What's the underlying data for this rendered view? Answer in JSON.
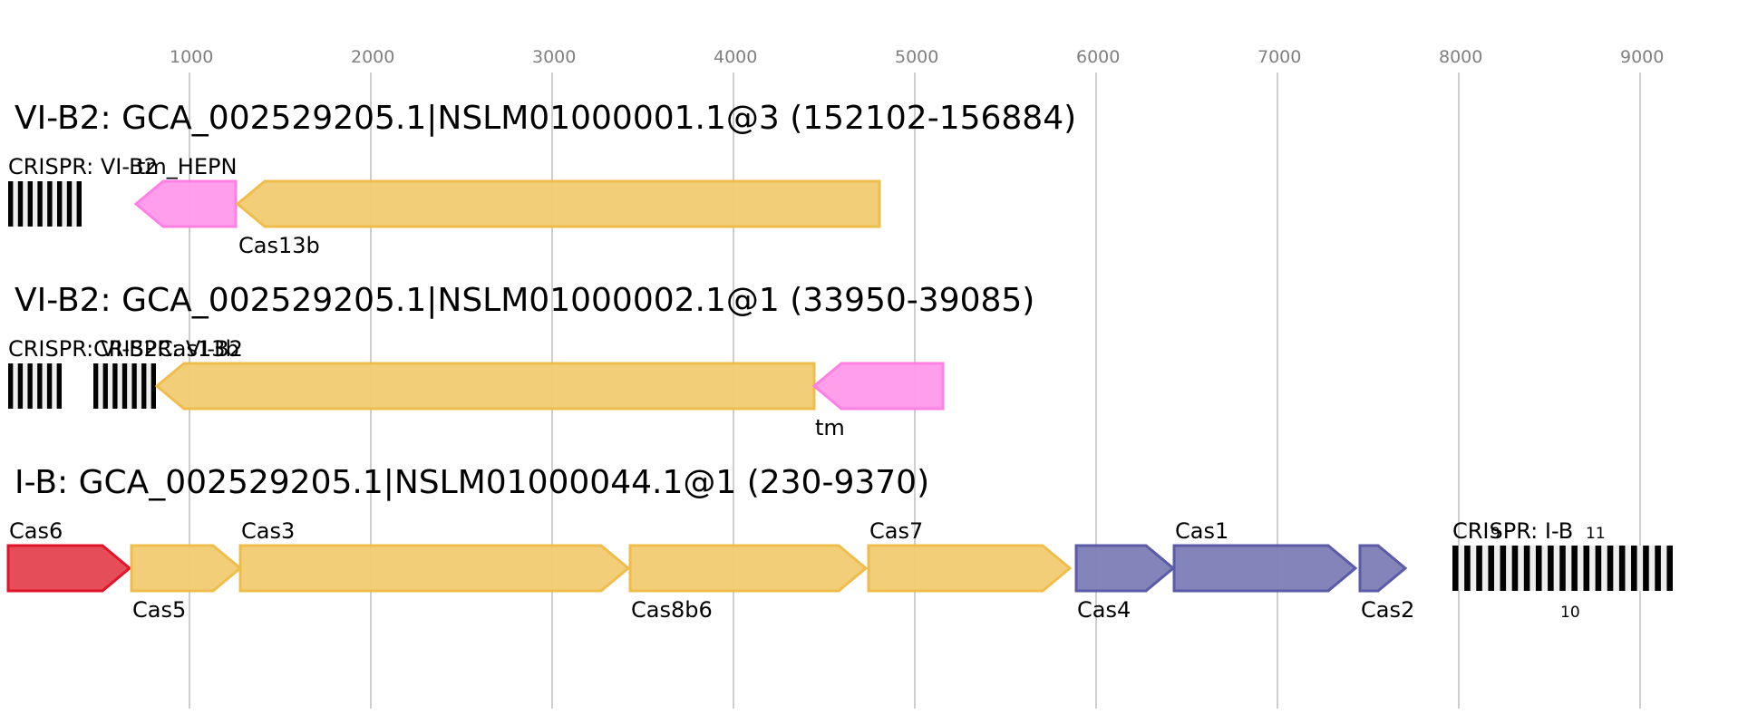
{
  "colors": {
    "gridline": "#bdbdbd",
    "tick_text": "#808080",
    "adaptation": {
      "fill": "#7b7db6",
      "stroke": "#5a5ca8"
    },
    "interference": {
      "fill": "#f1cb72",
      "stroke": "#efbd4b"
    },
    "accessory": {
      "fill": "#ff99ea",
      "stroke": "#ff80e3"
    },
    "processing": {
      "fill": "#e4434f",
      "stroke": "#e0152a"
    },
    "crispr_repeat": "#000000",
    "crispr_spacer": "#eeeeee"
  },
  "axis": {
    "ticks": [
      1000,
      2000,
      3000,
      4000,
      5000,
      6000,
      7000,
      8000,
      9000
    ],
    "range_bp": [
      0,
      9380
    ]
  },
  "tracks": [
    {
      "title": "VI-B2: GCA_002529205.1|NSLM01000001.1@3 (152102-156884)",
      "features": [
        {
          "type": "crispr",
          "label": "CRISPR: VI-B2",
          "start": 0,
          "end": 405,
          "repeats": 8,
          "label_pos": "above"
        },
        {
          "type": "gene",
          "label": "tm_HEPN",
          "start": 705,
          "end": 1255,
          "strand": "-",
          "category": "accessory",
          "label_pos": "above"
        },
        {
          "type": "gene",
          "label": "Cas13b",
          "start": 1265,
          "end": 4805,
          "strand": "-",
          "category": "interference",
          "label_pos": "below"
        }
      ]
    },
    {
      "title": "VI-B2: GCA_002529205.1|NSLM01000002.1@1 (33950-39085)",
      "features": [
        {
          "type": "crispr",
          "label": "CRISPR: VI-B2",
          "start": 0,
          "end": 295,
          "repeats": 6,
          "label_pos": "above"
        },
        {
          "type": "crispr",
          "label": "CRISPR: VI-B2",
          "start": 470,
          "end": 815,
          "repeats": 7,
          "label_pos": "above"
        },
        {
          "type": "gene",
          "label": "Cas13b",
          "start": 820,
          "end": 4445,
          "strand": "-",
          "category": "interference",
          "label_pos": "above"
        },
        {
          "type": "gene",
          "label": "tm",
          "start": 4445,
          "end": 5155,
          "strand": "-",
          "category": "accessory",
          "label_pos": "below"
        }
      ]
    },
    {
      "title": "I-B: GCA_002529205.1|NSLM01000044.1@1 (230-9370)",
      "features": [
        {
          "type": "gene",
          "label": "Cas6",
          "start": 0,
          "end": 670,
          "strand": "+",
          "category": "processing",
          "label_pos": "above"
        },
        {
          "type": "gene",
          "label": "Cas5",
          "start": 680,
          "end": 1280,
          "strand": "+",
          "category": "interference",
          "label_pos": "below"
        },
        {
          "type": "gene",
          "label": "Cas3",
          "start": 1280,
          "end": 3420,
          "strand": "+",
          "category": "interference",
          "label_pos": "above"
        },
        {
          "type": "gene",
          "label": "Cas8b6",
          "start": 3430,
          "end": 4730,
          "strand": "+",
          "category": "interference",
          "label_pos": "below"
        },
        {
          "type": "gene",
          "label": "Cas7",
          "start": 4745,
          "end": 5855,
          "strand": "+",
          "category": "interference",
          "label_pos": "above"
        },
        {
          "type": "gene",
          "label": "Cas4",
          "start": 5890,
          "end": 6425,
          "strand": "+",
          "category": "adaptation",
          "label_pos": "below"
        },
        {
          "type": "gene",
          "label": "Cas1",
          "start": 6430,
          "end": 7430,
          "strand": "+",
          "category": "adaptation",
          "label_pos": "above"
        },
        {
          "type": "gene",
          "label": "Cas2",
          "start": 7455,
          "end": 7705,
          "strand": "+",
          "category": "adaptation",
          "label_pos": "below"
        },
        {
          "type": "crispr",
          "label": "CRISPR: I-B",
          "start": 7965,
          "end": 9180,
          "repeats": 19,
          "label_pos": "above"
        }
      ],
      "extra_labels": [
        {
          "text": "9",
          "bp": 8215,
          "pos": "above"
        },
        {
          "text": "11",
          "bp": 8740,
          "pos": "above"
        },
        {
          "text": "10",
          "bp": 8600,
          "pos": "below"
        }
      ]
    }
  ]
}
